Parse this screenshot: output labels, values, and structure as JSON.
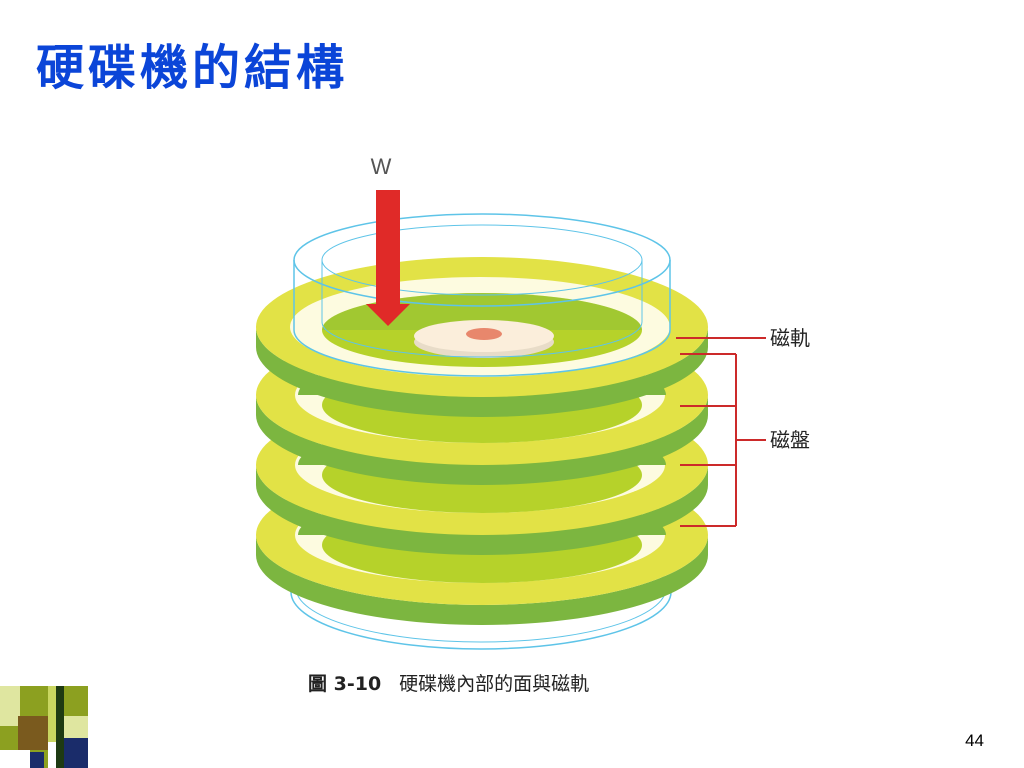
{
  "slide": {
    "title": "硬碟機的結構",
    "page_number": "44"
  },
  "diagram": {
    "arrow_label": "W",
    "track_label": "磁軌",
    "platter_label": "磁盤",
    "caption_figure": "圖 3-10",
    "caption_text": "硬碟機內部的面與磁軌",
    "colors": {
      "platter_yellow": "#e2e246",
      "platter_green": "#7cb640",
      "inner_green": "#b6d22a",
      "gap_cream": "#fdfbe0",
      "outline_cyan": "#5ec4e8",
      "arrow_red": "#e02a28",
      "leader_red": "#cc2a2a"
    }
  }
}
